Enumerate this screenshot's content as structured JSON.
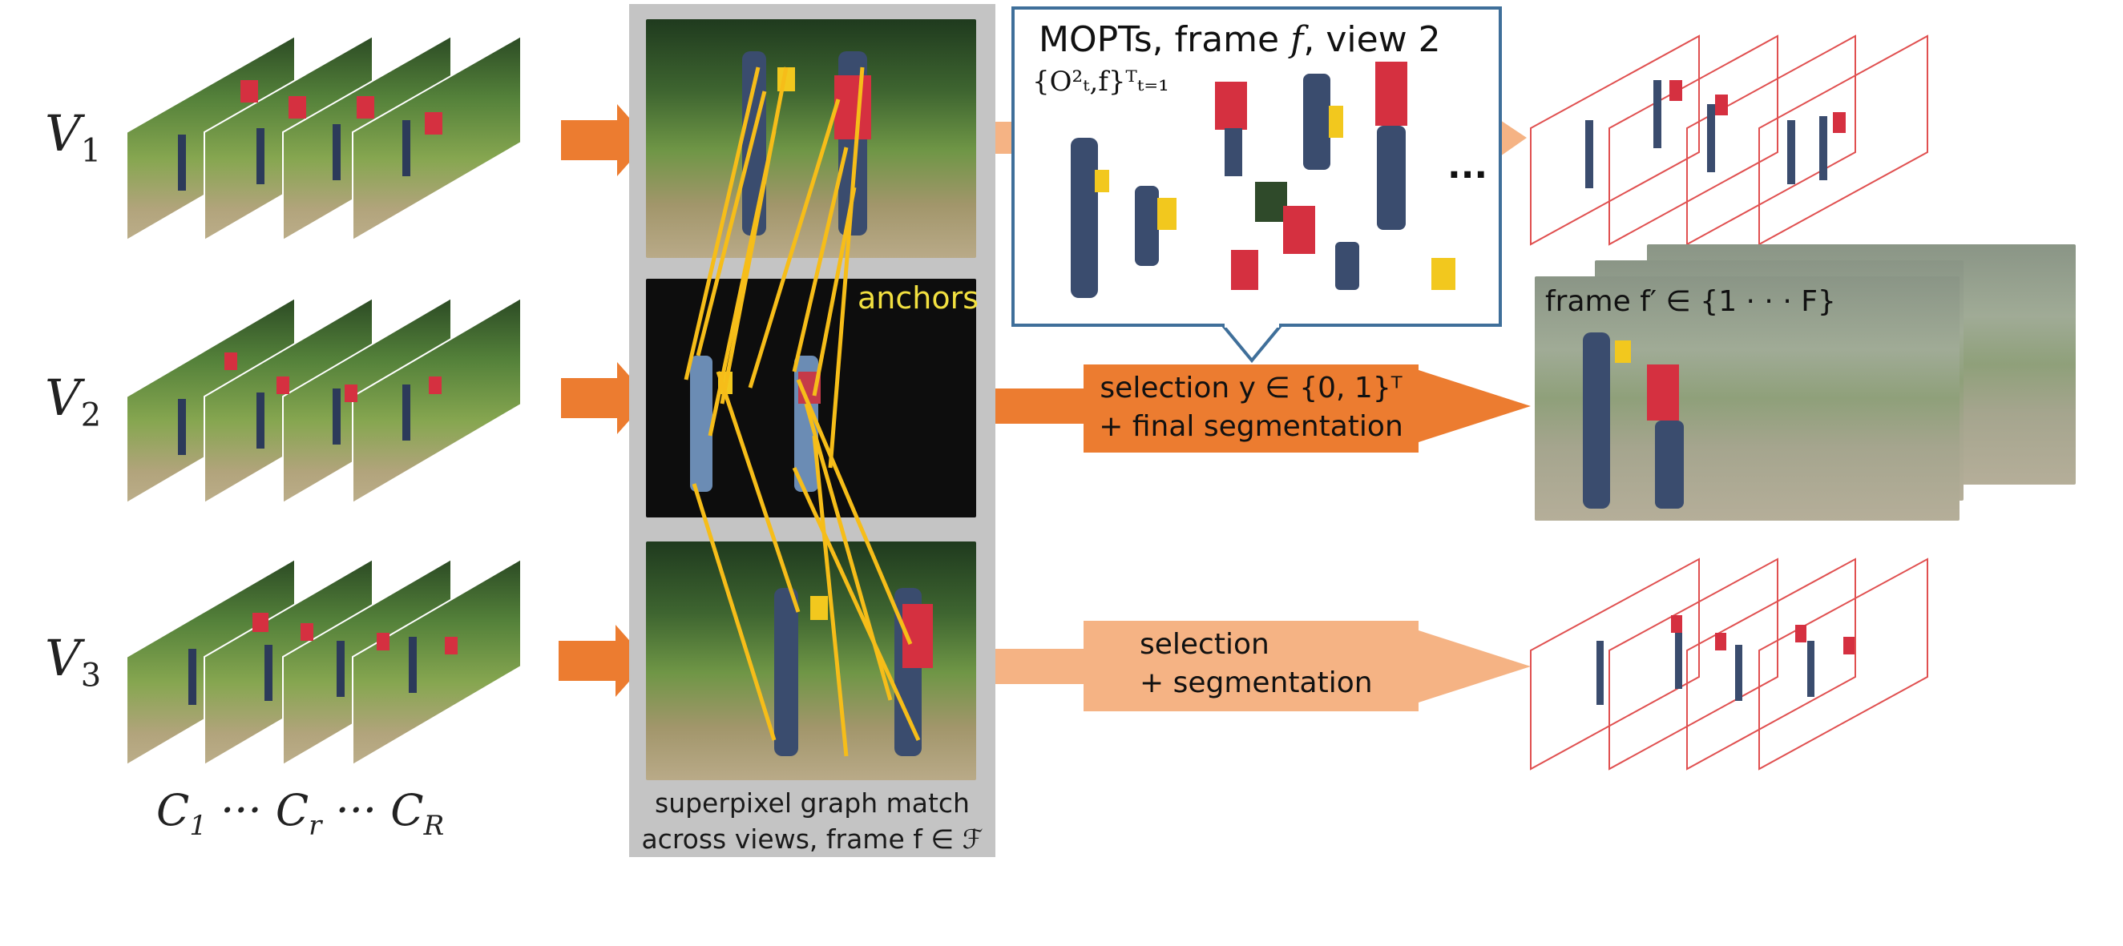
{
  "views": [
    {
      "letter": "V",
      "sub": "1"
    },
    {
      "letter": "V",
      "sub": "2"
    },
    {
      "letter": "V",
      "sub": "3"
    }
  ],
  "cameras_caption": {
    "c": "C",
    "s1": "1",
    "mid": "r",
    "end": "R",
    "dots": "···"
  },
  "match_panel": {
    "anchors_label": "anchors",
    "caption_line1": "superpixel graph match",
    "caption_line2": "across views, frame f ∈ ℱ"
  },
  "mopts": {
    "title_prefix": "MOPTs, frame ",
    "title_f": "f",
    "title_suffix": ", view 2",
    "subtitle": "{O²ₜ,f}ᵀₜ₌₁",
    "ellipsis": "..."
  },
  "selection_main": {
    "line1": "selection y ∈ {0, 1}ᵀ",
    "line2": "+ final segmentation"
  },
  "selection_other": {
    "line1": "selection",
    "line2": "+ segmentation"
  },
  "frame_result": {
    "label": "frame f′ ∈ {1 · · · F}"
  },
  "colors": {
    "arrow_orange": "#ec7c30",
    "arrow_peach": "#f5b384",
    "match_line": "#f6bd19",
    "frame_outline": "#e05050",
    "mopts_border": "#3f6f9a"
  },
  "icons": [
    "person-figure-icon",
    "arrow-right-icon"
  ]
}
